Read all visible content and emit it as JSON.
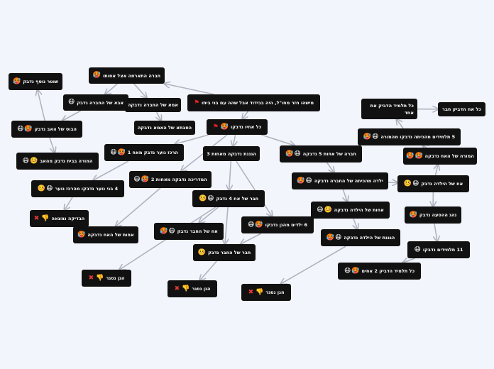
{
  "nodes": {
    "root": {
      "label": "מישהו חזר מחו\"ל, היה בבידוד אבל שהה עם בני ביתו",
      "icons": [
        "🚩"
      ]
    },
    "n_all_quarantine": {
      "label": "כל אחיו נדבקו",
      "icons": [
        "🚩",
        "🥵"
      ]
    },
    "n_classmate": {
      "label": "חברה התארחה אצל אחותו",
      "icons": [
        "🥵"
      ]
    },
    "n_friend_mom": {
      "label": "אמא של החברה נדבקה",
      "icons": []
    },
    "n_friend_dad": {
      "label": "אבא של החברה נדבק",
      "icons": [
        "😷"
      ]
    },
    "n_neighbor": {
      "label": "שוטר נוסף נדבק",
      "icons": [
        "🥵"
      ]
    },
    "n_father_boss": {
      "label": "הבוס של האב נדבק",
      "icons": [
        "😷",
        "🥵"
      ]
    },
    "n_grandma": {
      "label": "הסבתא של האמא נדבקה",
      "icons": []
    },
    "n_teacher_home": {
      "label": "המורה בבית נדבק מהאב",
      "icons": [
        "😷",
        "🤒"
      ]
    },
    "n_grade1": {
      "label": "הרכז נוער נדבק מאח 1",
      "icons": [
        "🥵",
        "😷"
      ]
    },
    "n_4kids": {
      "label": "4 בני נוער נדבקו מהרכז נוער",
      "icons": [
        "🤒",
        "😷"
      ]
    },
    "n_rec_false": {
      "label": "הבדיקה נמצאה",
      "icons": [
        "👎",
        "❌"
      ]
    },
    "n_sister_child": {
      "label": "אחות של האח נדבקה",
      "icons": [
        "🥵"
      ]
    },
    "n_grade2": {
      "label": "המדריכה נדבקה מאחות 2",
      "icons": [
        "🥵",
        "😷"
      ]
    },
    "n_grade3": {
      "label": "הגננת נדבקה מאחות 3",
      "icons": []
    },
    "n_grade4": {
      "label": "חבר של אח 4 נדבק",
      "icons": [
        "😷",
        "🤒"
      ]
    },
    "n_friend_brother": {
      "label": "אח של החבר נדבק",
      "icons": [
        "😷",
        "🥵"
      ]
    },
    "n_friend_friend": {
      "label": "חבר של החבר נדבק",
      "icons": [
        "🤒"
      ]
    },
    "n_6kids": {
      "label": "6 ילדים מהגן נדבקו",
      "icons": [
        "🥵",
        "😷"
      ]
    },
    "n_neg1": {
      "label": "הגן נסגר",
      "icons": [
        "👎",
        "❌"
      ]
    },
    "n_neg2": {
      "label": "הגן נסגר",
      "icons": [
        "👎",
        "❌"
      ]
    },
    "n_neg3": {
      "label": "הגן נסגר",
      "icons": [
        "👎",
        "❌"
      ]
    },
    "n_5sisters": {
      "label": "חברה של אחות 5 נדבקה",
      "icons": [
        "😷",
        "🥵"
      ]
    },
    "n_girl_mom": {
      "label": "ילדה מהכיתה של החברה נדבקה",
      "icons": [
        "😷",
        "🥵"
      ]
    },
    "n_girl_sister": {
      "label": "אחות של הילדה נדבקה",
      "icons": [
        "😷",
        "🤒"
      ]
    },
    "n_girl_teacher": {
      "label": "הגננת של הילדה נדבקה",
      "icons": [
        "😷",
        "🥵"
      ]
    },
    "n_2students": {
      "label": "כל תלמיד הדביק 2 אחים",
      "icons": [
        "🥵",
        "😷"
      ]
    },
    "n_5students": {
      "label": "5 תלמידים מהכיתה נדבקו מהמורה",
      "icons": [
        "😷",
        "🥵"
      ]
    },
    "n_each_student": {
      "label": "כל תלמיד הדביק את אחד",
      "icons": []
    },
    "n_each_friend": {
      "label": "כל אח הדביק חבר",
      "icons": []
    },
    "n_teacher_girl": {
      "label": "המורה של האח נדבקה",
      "icons": [
        "🥵",
        "🥵"
      ]
    },
    "n_dad_girl": {
      "label": "אח של הילדה נדבק",
      "icons": [
        "😷",
        "🤒"
      ]
    },
    "n_bus_driver": {
      "label": "נהג ההסעה נדבק",
      "icons": [
        "🥵"
      ]
    },
    "n_11students": {
      "label": "11 תלמידים נדבקו",
      "icons": [
        "😷"
      ]
    }
  },
  "colors": {
    "node_bg": "#111111",
    "node_text": "#ffffff",
    "edge": "#b0b4bf",
    "background": "#f3f5fd"
  }
}
